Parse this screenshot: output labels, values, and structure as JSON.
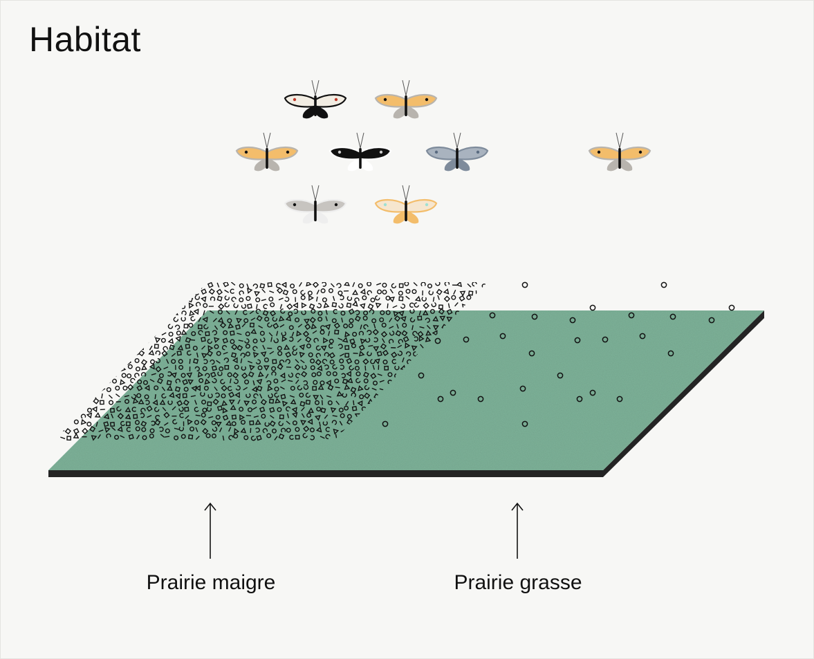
{
  "title": "Habitat",
  "labels": {
    "lean": "Prairie maigre",
    "rich": "Prairie grasse"
  },
  "colors": {
    "background": "#f7f7f5",
    "meadow": "#7fb39a",
    "meadow_edge": "#242424",
    "ink": "#111111"
  },
  "butterflies": [
    {
      "name": "butterfly-swallowtail-red",
      "wing": "#f2ede3",
      "band": "#111111",
      "accent": "#c03a2b"
    },
    {
      "name": "butterfly-orange-body-dark",
      "wing": "#f3bd6b",
      "band": "#b8b4ae",
      "accent": "#111111"
    },
    {
      "name": "butterfly-orange-grey",
      "wing": "#f3bd6b",
      "band": "#b8b4ae",
      "accent": "#111111"
    },
    {
      "name": "butterfly-black-white",
      "wing": "#111111",
      "band": "#ffffff",
      "accent": "#cfcfcf"
    },
    {
      "name": "butterfly-blue-grey",
      "wing": "#a9b3bf",
      "band": "#7e8b9b",
      "accent": "#5a6b80"
    },
    {
      "name": "butterfly-orange-grey-right",
      "wing": "#f3bd6b",
      "band": "#b8b4ae",
      "accent": "#111111"
    },
    {
      "name": "butterfly-grey-white",
      "wing": "#c7c4c0",
      "band": "#eeeeee",
      "accent": "#111111"
    },
    {
      "name": "butterfly-cream-orange",
      "wing": "#f6e6cf",
      "band": "#f3bd6b",
      "accent": "#9fe0d3"
    }
  ]
}
